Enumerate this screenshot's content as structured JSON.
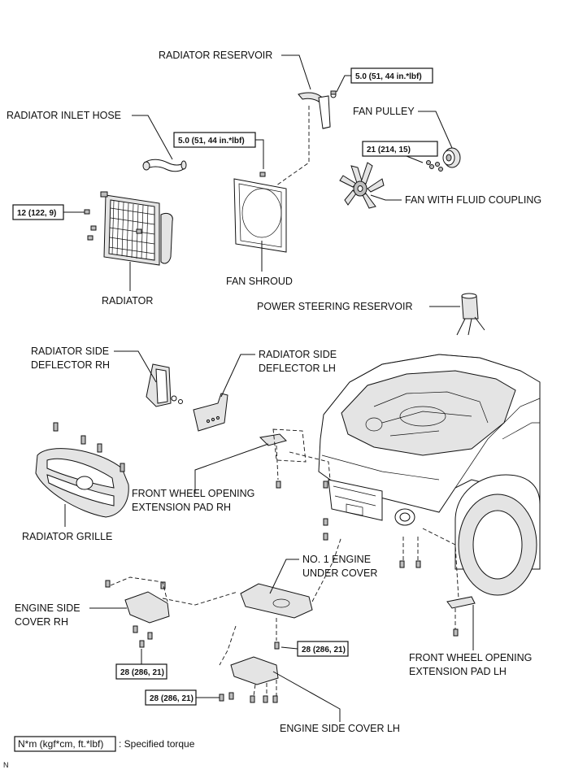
{
  "labels": {
    "radiator_reservoir": "RADIATOR RESERVOIR",
    "radiator_inlet_hose": "RADIATOR INLET HOSE",
    "fan_pulley": "FAN PULLEY",
    "fan_with_fluid_coupling": "FAN WITH FLUID COUPLING",
    "radiator": "RADIATOR",
    "fan_shroud": "FAN SHROUD",
    "power_steering_reservoir": "POWER STEERING RESERVOIR",
    "radiator_side_deflector_rh_1": "RADIATOR SIDE",
    "radiator_side_deflector_rh_2": "DEFLECTOR RH",
    "radiator_side_deflector_lh_1": "RADIATOR SIDE",
    "radiator_side_deflector_lh_2": "DEFLECTOR LH",
    "front_wheel_pad_rh_1": "FRONT WHEEL OPENING",
    "front_wheel_pad_rh_2": "EXTENSION PAD RH",
    "radiator_grille": "RADIATOR GRILLE",
    "engine_under_cover_1": "NO. 1 ENGINE",
    "engine_under_cover_2": "UNDER COVER",
    "engine_side_cover_rh_1": "ENGINE SIDE",
    "engine_side_cover_rh_2": "COVER RH",
    "front_wheel_pad_lh_1": "FRONT WHEEL OPENING",
    "front_wheel_pad_lh_2": "EXTENSION PAD LH",
    "engine_side_cover_lh": "ENGINE SIDE COVER LH"
  },
  "torques": {
    "reservoir": "5.0 (51, 44 in.*lbf)",
    "shroud": "5.0 (51, 44 in.*lbf)",
    "fan_pulley": "21 (214, 15)",
    "radiator": "12 (122, 9)",
    "under_cover": "28 (286, 21)",
    "side_cover_rh": "28 (286, 21)",
    "side_cover_lh": "28 (286, 21)"
  },
  "legend": {
    "unit": "N*m (kgf*cm, ft.*lbf)",
    "text": ": Specified torque"
  },
  "corner_mark": "N"
}
